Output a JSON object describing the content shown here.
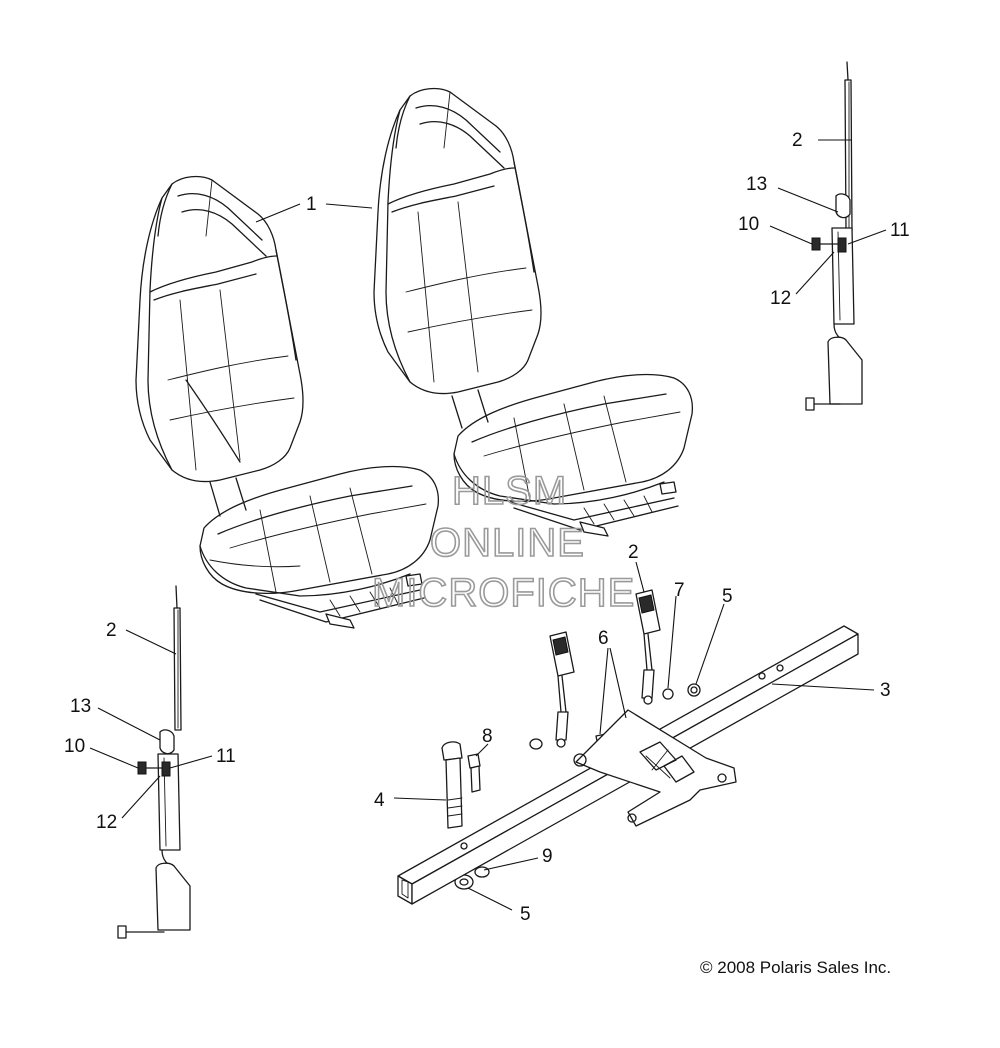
{
  "callouts": {
    "seat": "1",
    "belt_upper_right": "2",
    "belt_left": "2",
    "buckle": "2",
    "crossbar": "3",
    "bolt_4": "4",
    "nut_5_top": "5",
    "nut_5_bottom": "5",
    "bolt_6": "6",
    "washer_7": "7",
    "bolt_8": "8",
    "washer_9": "9",
    "r_10": "10",
    "r_11": "11",
    "r_12": "12",
    "r_13": "13",
    "l_10": "10",
    "l_11": "11",
    "l_12": "12",
    "l_13": "13"
  },
  "watermark": {
    "line1": "HLSM",
    "line2": "ONLINE",
    "line3": "MICROFICHE"
  },
  "copyright": "© 2008 Polaris Sales Inc."
}
